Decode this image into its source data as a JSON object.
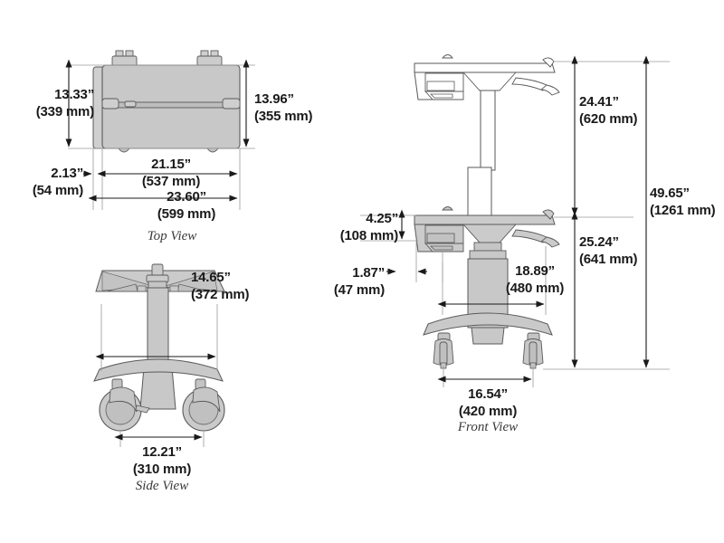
{
  "page": {
    "background": "#ffffff",
    "line_color": "#4a4a4a",
    "fill_gray": "#c8c8c8",
    "fill_light": "#d7d7d7",
    "text_color": "#1a1a1a",
    "caption_color": "#3a3a3a"
  },
  "views": {
    "top": {
      "caption": "Top View",
      "dimensions": {
        "depth_left": {
          "inches": "13.33”",
          "mm": "(339 mm)"
        },
        "depth_right": {
          "inches": "13.96”",
          "mm": "(355 mm)"
        },
        "offset_left": {
          "inches": "2.13”",
          "mm": "(54 mm)"
        },
        "width_inner": {
          "inches": "21.15”",
          "mm": "(537 mm)"
        },
        "width_outer": {
          "inches": "23.60”",
          "mm": "(599 mm)"
        }
      }
    },
    "side": {
      "caption": "Side View",
      "dimensions": {
        "base_depth": {
          "inches": "14.65”",
          "mm": "(372 mm)"
        },
        "caster_spread": {
          "inches": "12.21”",
          "mm": "(310 mm)"
        }
      }
    },
    "front": {
      "caption": "Front View",
      "dimensions": {
        "travel": {
          "inches": "24.41”",
          "mm": "(620 mm)"
        },
        "low_height": {
          "inches": "25.24”",
          "mm": "(641 mm)"
        },
        "max_height": {
          "inches": "49.65”",
          "mm": "(1261 mm)"
        },
        "keyboard_drop": {
          "inches": "4.25”",
          "mm": "(108 mm)"
        },
        "left_overhang": {
          "inches": "1.87”",
          "mm": "(47 mm)"
        },
        "worksurface_width": {
          "inches": "18.89”",
          "mm": "(480 mm)"
        },
        "base_width": {
          "inches": "16.54”",
          "mm": "(420 mm)"
        }
      }
    }
  }
}
